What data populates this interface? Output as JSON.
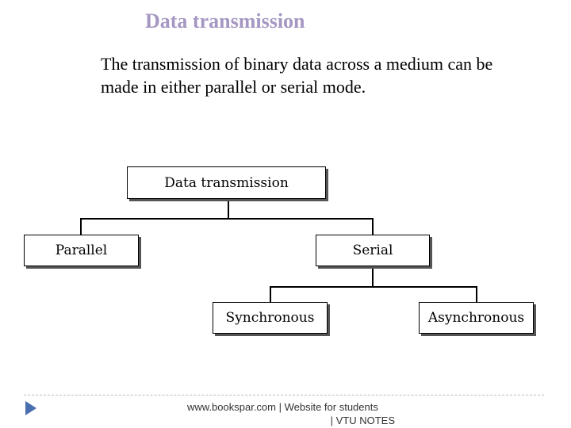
{
  "slide": {
    "title": "Data transmission",
    "body_lines": [
      "The transmission of binary data across a medium can be",
      "made in either parallel or serial mode."
    ]
  },
  "diagram": {
    "root": "Data transmission",
    "level1": [
      "Parallel",
      "Serial"
    ],
    "serial_children": [
      "Synchronous",
      "Asynchronous"
    ]
  },
  "footer": {
    "line1": "www.bookspar.com | Website for students",
    "line2": "| VTU NOTES",
    "icon": "triangle-right-icon"
  },
  "colors": {
    "title": "#a597c2",
    "footer_arrow": "#4a6fb0"
  }
}
